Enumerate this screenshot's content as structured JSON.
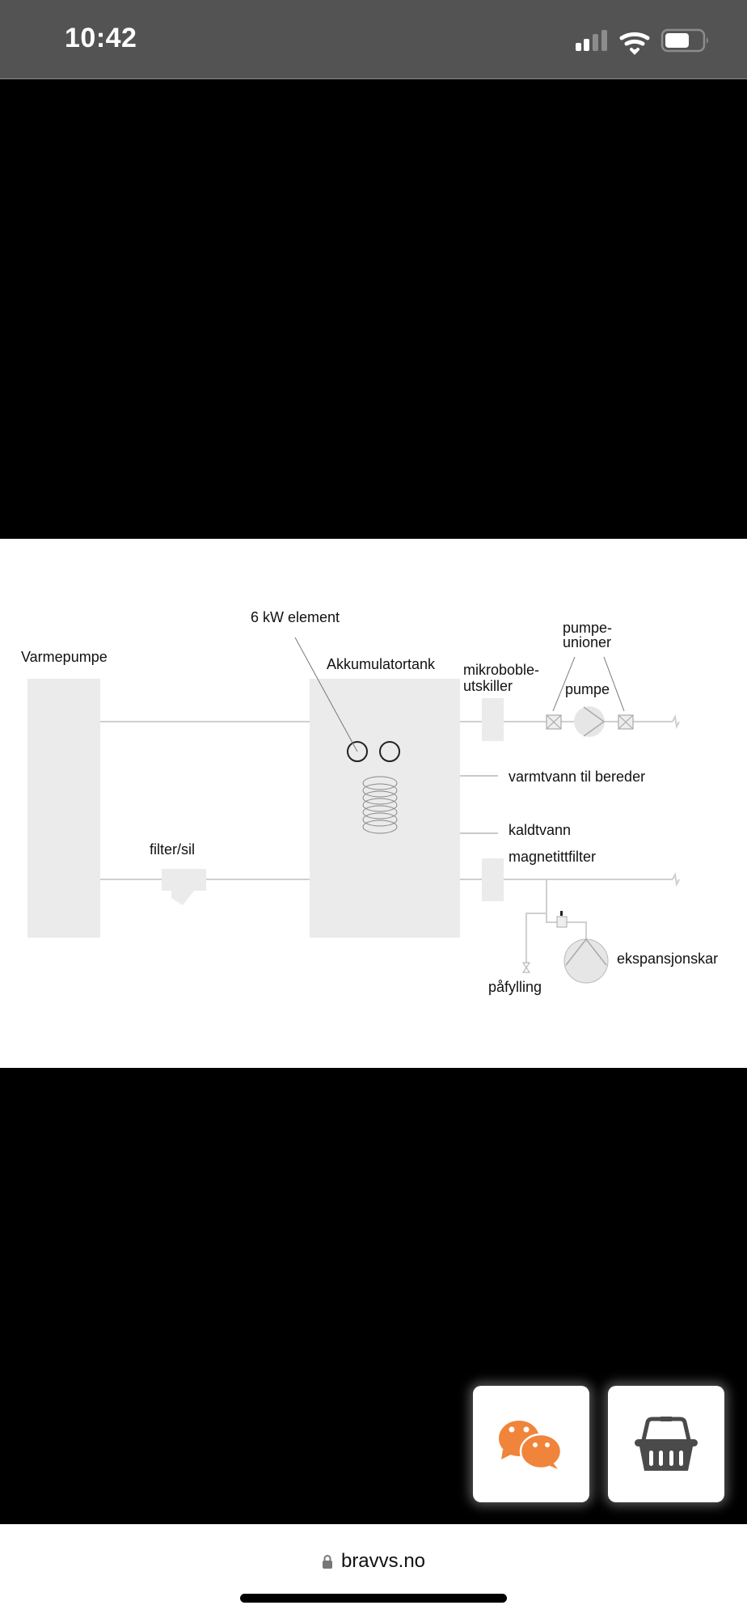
{
  "status_bar": {
    "time": "10:42",
    "icons": [
      "signal-icon",
      "wifi-icon",
      "battery-icon"
    ]
  },
  "diagram": {
    "labels": {
      "varmepumpe": "Varmepumpe",
      "element": "6 kW element",
      "tank": "Akkumulatortank",
      "mikroboble_1": "mikroboble-",
      "mikroboble_2": "utskiller",
      "unioner_1": "pumpe-",
      "unioner_2": "unioner",
      "pumpe": "pumpe",
      "varmtvann": "varmtvann til bereder",
      "kaldtvann": "kaldtvann",
      "filter": "filter/sil",
      "magnetitt": "magnetittfilter",
      "pafylling": "påfylling",
      "ekspansjonskar": "ekspansjonskar"
    }
  },
  "floating_buttons": {
    "chat_icon": "chat-bubbles-icon",
    "basket_icon": "shopping-basket-icon",
    "accent": "#f0843a",
    "basket_color": "#4a4a4a"
  },
  "browser": {
    "url": "bravvs.no",
    "icon": "lock-icon"
  }
}
